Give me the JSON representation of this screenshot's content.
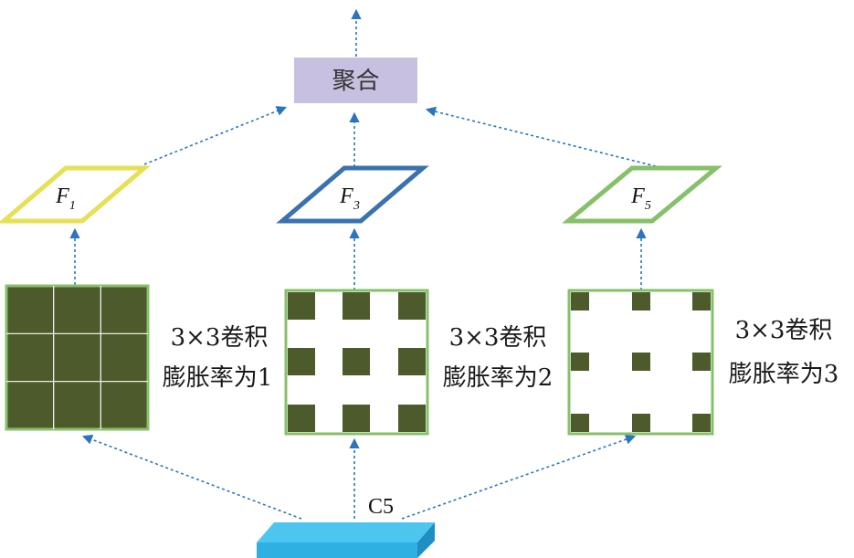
{
  "aggregate": {
    "label": "聚合"
  },
  "features": [
    {
      "name": "F",
      "sub": "1",
      "border": "#e6e055"
    },
    {
      "name": "F",
      "sub": "3",
      "border": "#3a72b0"
    },
    {
      "name": "F",
      "sub": "5",
      "border": "#86c06a"
    }
  ],
  "convs": [
    {
      "line1": "3×3卷积",
      "line2": "膨胀率为1",
      "dilation": 1
    },
    {
      "line1": "3×3卷积",
      "line2": "膨胀率为2",
      "dilation": 2
    },
    {
      "line1": "3×3卷积",
      "line2": "膨胀率为3",
      "dilation": 3
    }
  ],
  "input": {
    "label": "C5"
  },
  "colors": {
    "aggregate_fill": "#c8c0e0",
    "kernel_fill": "#4d5a2c",
    "kernel_border": "#86c06a",
    "arrow": "#2a75bb",
    "c5_top": "#4cc6ef",
    "c5_front": "#2fb0e3",
    "c5_side": "#1e8fc0"
  }
}
